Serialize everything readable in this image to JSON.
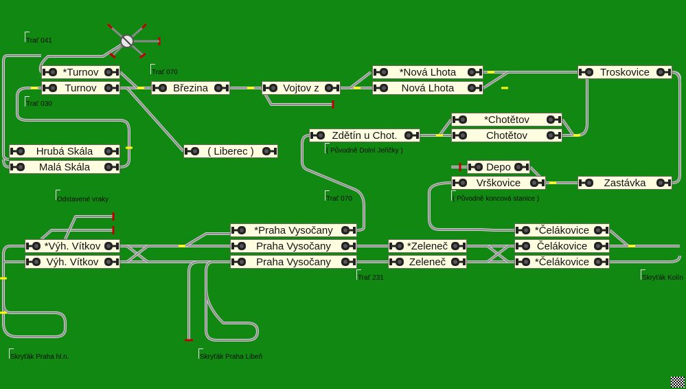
{
  "stations": {
    "turnov_star": "*Turnov",
    "turnov": "Turnov",
    "brezina": "Březina",
    "vojtov": "Vojtov z",
    "liberec": "( Liberec )",
    "hruba_skala": "Hrubá Skála",
    "mala_skala": "Malá Skála",
    "nova_lhota_star": "*Nová Lhota",
    "nova_lhota": "Nová Lhota",
    "troskovice": "Troskovice",
    "chotetov_star": "*Chotětov",
    "chotetov": "Chotětov",
    "zdetin": "Zdětín u Chot.",
    "depo": "Depo",
    "vrskovice": "Vrškovice",
    "zastavka": "Zastávka",
    "vitkov_star": "*Výh. Vítkov",
    "vitkov": "Výh. Vítkov",
    "praha_vys_star": "*Praha Vysočany",
    "praha_vys_1": "Praha Vysočany",
    "praha_vys_2": "Praha Vysočany",
    "zelenec_star": "*Zeleneč",
    "zelenec": "Zeleneč",
    "celakovice_star1": "*Čelákovice",
    "celakovice": "Čelákovice",
    "celakovice_star2": "*Čelákovice"
  },
  "notes": {
    "trat_041": "Trať 041",
    "trat_030": "Trať 030",
    "trat_070_top": "Trať 070",
    "trat_070_mid": "Trať 070",
    "trat_231": "Trať 231",
    "puvodne_dolni": "( Původně Dolní Jeřičky )",
    "puvodne_koncova": "( Původně koncová stanice )",
    "odstavene_vraky": "Odstavené vraky",
    "skrytak_praha_hln": "Skryťák Praha hl.n.",
    "skrytak_praha_liben": "Skryťák Praha Libeň",
    "skrytak_kolin": "Skryťák Kolín"
  },
  "colors": {
    "background": "#118811",
    "track": "#8a8a8a",
    "track_edge": "#d0d0d0",
    "separator": "#ffff00",
    "buffer_stop": "#c00000",
    "station_fill": "#fffde0"
  },
  "icons": {
    "signal": "signal-icon",
    "turntable": "turntable-icon",
    "buffer_stop": "buffer-stop-icon"
  }
}
